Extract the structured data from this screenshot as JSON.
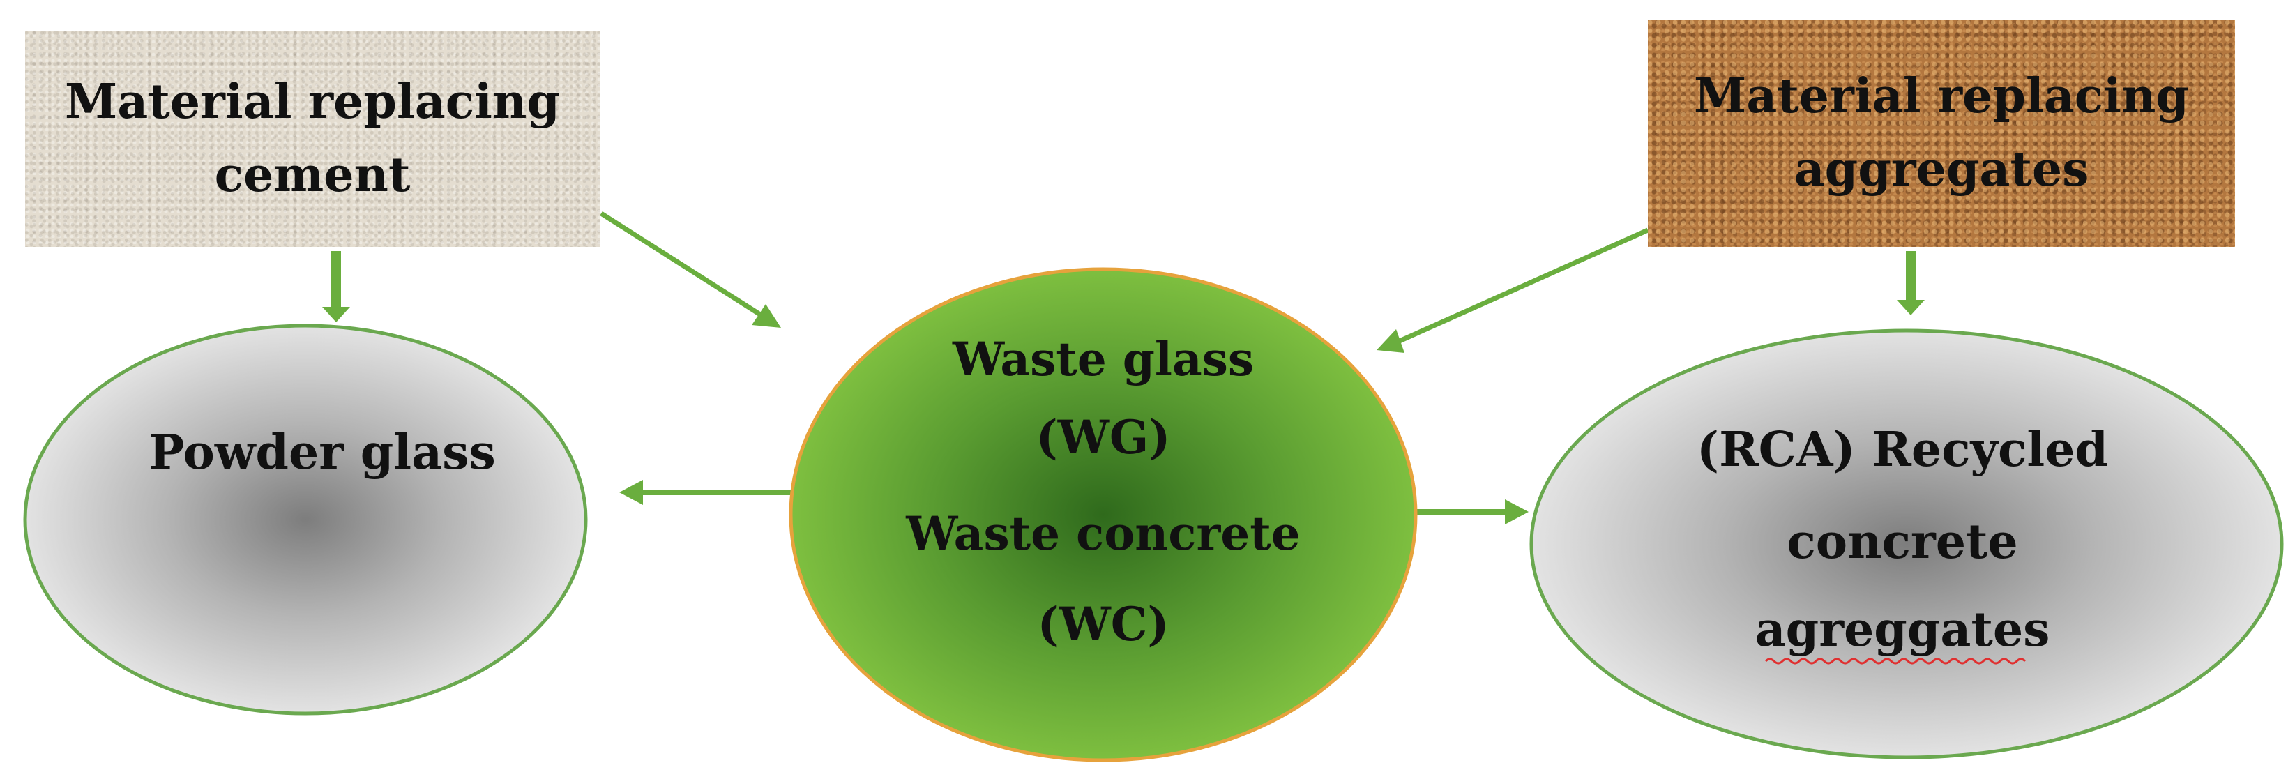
{
  "nodes": {
    "cement_box": {
      "lines": [
        "Material replacing",
        "cement"
      ]
    },
    "aggregates_box": {
      "lines": [
        "Material replacing",
        "aggregates"
      ]
    },
    "center": {
      "lines": [
        "Waste glass",
        "(WG)",
        "Waste concrete",
        "(WC)"
      ]
    },
    "powder_glass": {
      "lines": [
        "Powder glass"
      ]
    },
    "rca": {
      "lines": [
        "(RCA) Recycled",
        "concrete",
        "agreggates"
      ]
    }
  },
  "colors": {
    "arrow": "#6aae3e",
    "center_fill_outer": "#7fc23f",
    "center_fill_inner": "#2f6a1c",
    "ellipse_outer": "#ebebeb",
    "ellipse_inner": "#7d7d7d",
    "ellipse_stroke": "#6aa84f",
    "center_stroke": "#e6a23c",
    "spellcheck_underline": "#e03030"
  }
}
